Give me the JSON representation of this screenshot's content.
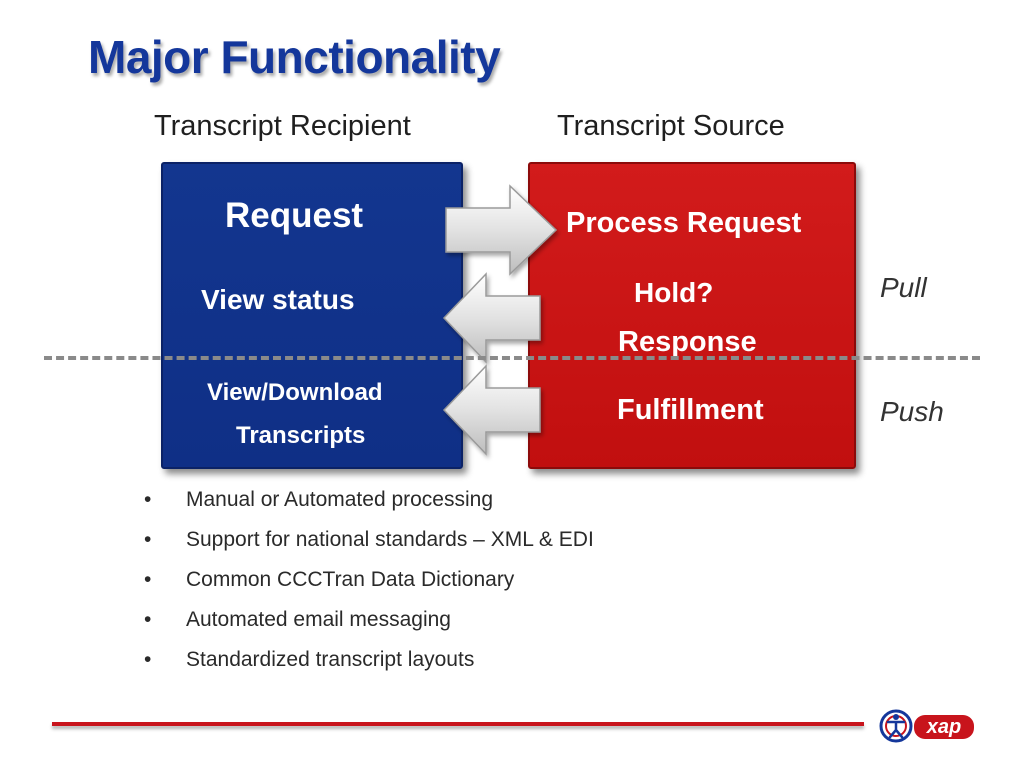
{
  "slide": {
    "title": "Major Functionality",
    "columns": {
      "recipient": "Transcript Recipient",
      "source": "Transcript Source"
    },
    "recipient_box": {
      "request": "Request",
      "view_status": "View status",
      "view_download_line1": "View/Download",
      "view_download_line2": "Transcripts"
    },
    "source_box": {
      "process_request": "Process Request",
      "hold": "Hold?",
      "response": "Response",
      "fulfillment": "Fulfillment"
    },
    "modes": {
      "pull": "Pull",
      "push": "Push"
    },
    "bullets": [
      "Manual or Automated processing",
      "Support for national standards – XML & EDI",
      "Common CCCTran Data Dictionary",
      "Automated email messaging",
      "Standardized transcript layouts"
    ],
    "logo_text": "xap",
    "colors": {
      "title": "#14379b",
      "recipient_box": "#0f2f86",
      "source_box": "#c10f0f",
      "accent_line": "#c8141c"
    }
  }
}
